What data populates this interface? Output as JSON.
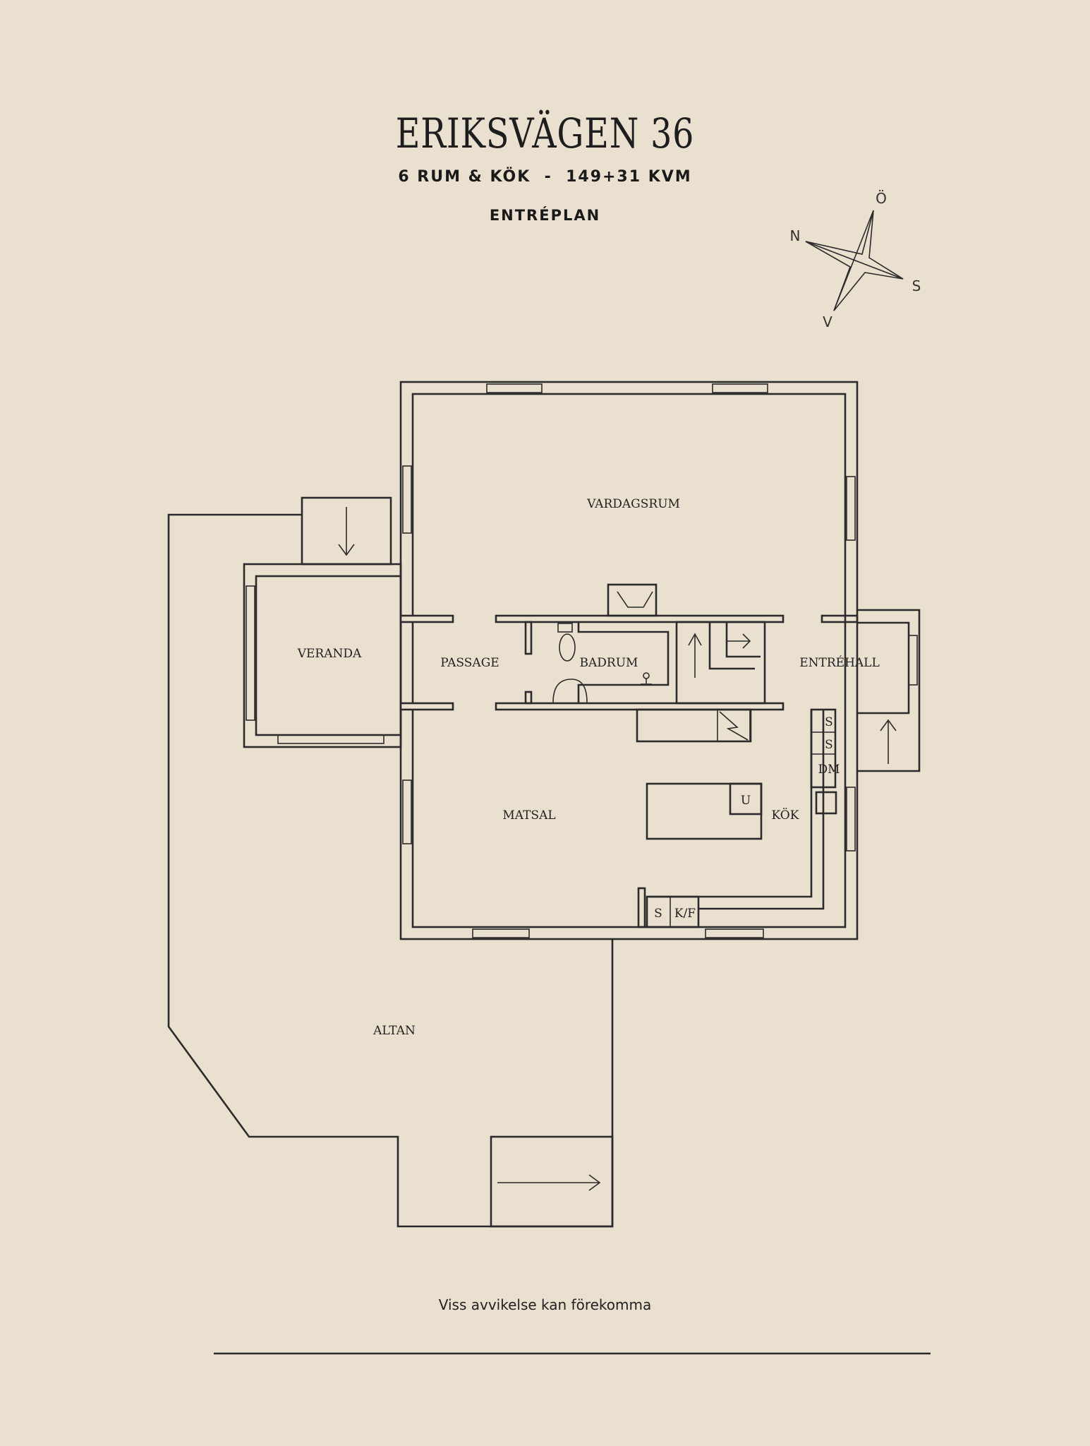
{
  "header": {
    "title": "ERIKSVÄGEN 36",
    "subtitle": "6 RUM & KÖK  -  149+31 KVM",
    "level": "ENTRÉPLAN"
  },
  "compass": {
    "north": "N",
    "east": "Ö",
    "south": "S",
    "west": "V"
  },
  "rooms": {
    "vardagsrum": "VARDAGSRUM",
    "veranda": "VERANDA",
    "passage": "PASSAGE",
    "badrum": "BADRUM",
    "entrehall": "ENTRÉHALL",
    "matsal": "MATSAL",
    "kok": "KÖK",
    "altan": "ALTAN"
  },
  "fixtures": {
    "oven": "U",
    "cabinet_1": "S",
    "cabinet_2": "S",
    "dishwasher": "DM",
    "cabinet_3": "S",
    "fridge_freezer": "K/F"
  },
  "footer": {
    "disclaimer": "Viss avvikelse kan förekomma"
  }
}
